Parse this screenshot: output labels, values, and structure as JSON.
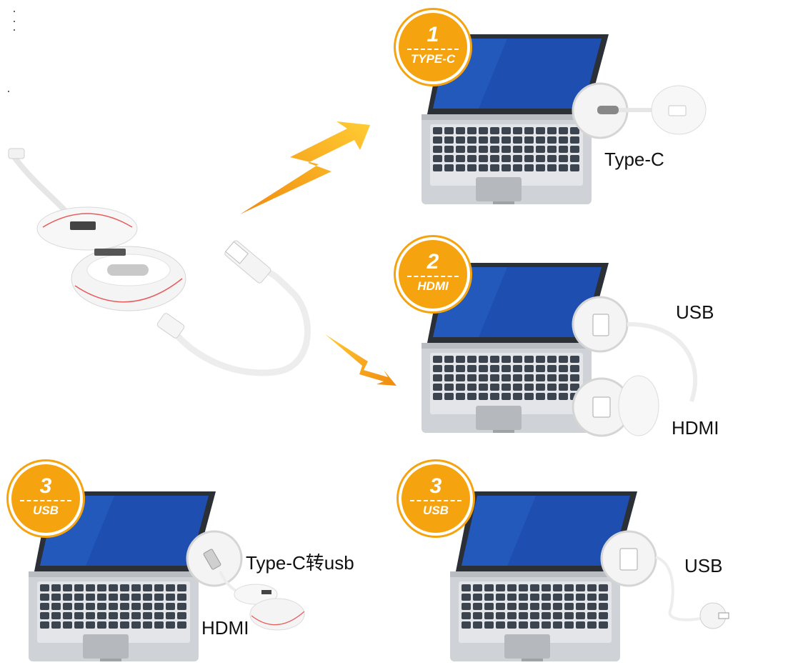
{
  "steps": [
    {
      "number": "1",
      "mode": "TYPE-C"
    },
    {
      "number": "2",
      "mode": "HDMI"
    },
    {
      "number": "3",
      "mode": "USB"
    },
    {
      "number": "3",
      "mode": "USB"
    }
  ],
  "labels": {
    "type_c": "Type-C",
    "usb_step2": "USB",
    "hdmi_step2": "HDMI",
    "type_c_to_usb": "Type-C转usb",
    "hdmi_step3": "HDMI",
    "usb_step3b": "USB"
  },
  "colors": {
    "badge": "#f5a40f",
    "arrow_light": "#ffcc33",
    "arrow_dark": "#f08a10",
    "screen": "#1e4fb0",
    "laptop_body": "#cfd2d6",
    "keyboard": "#3c4450"
  }
}
